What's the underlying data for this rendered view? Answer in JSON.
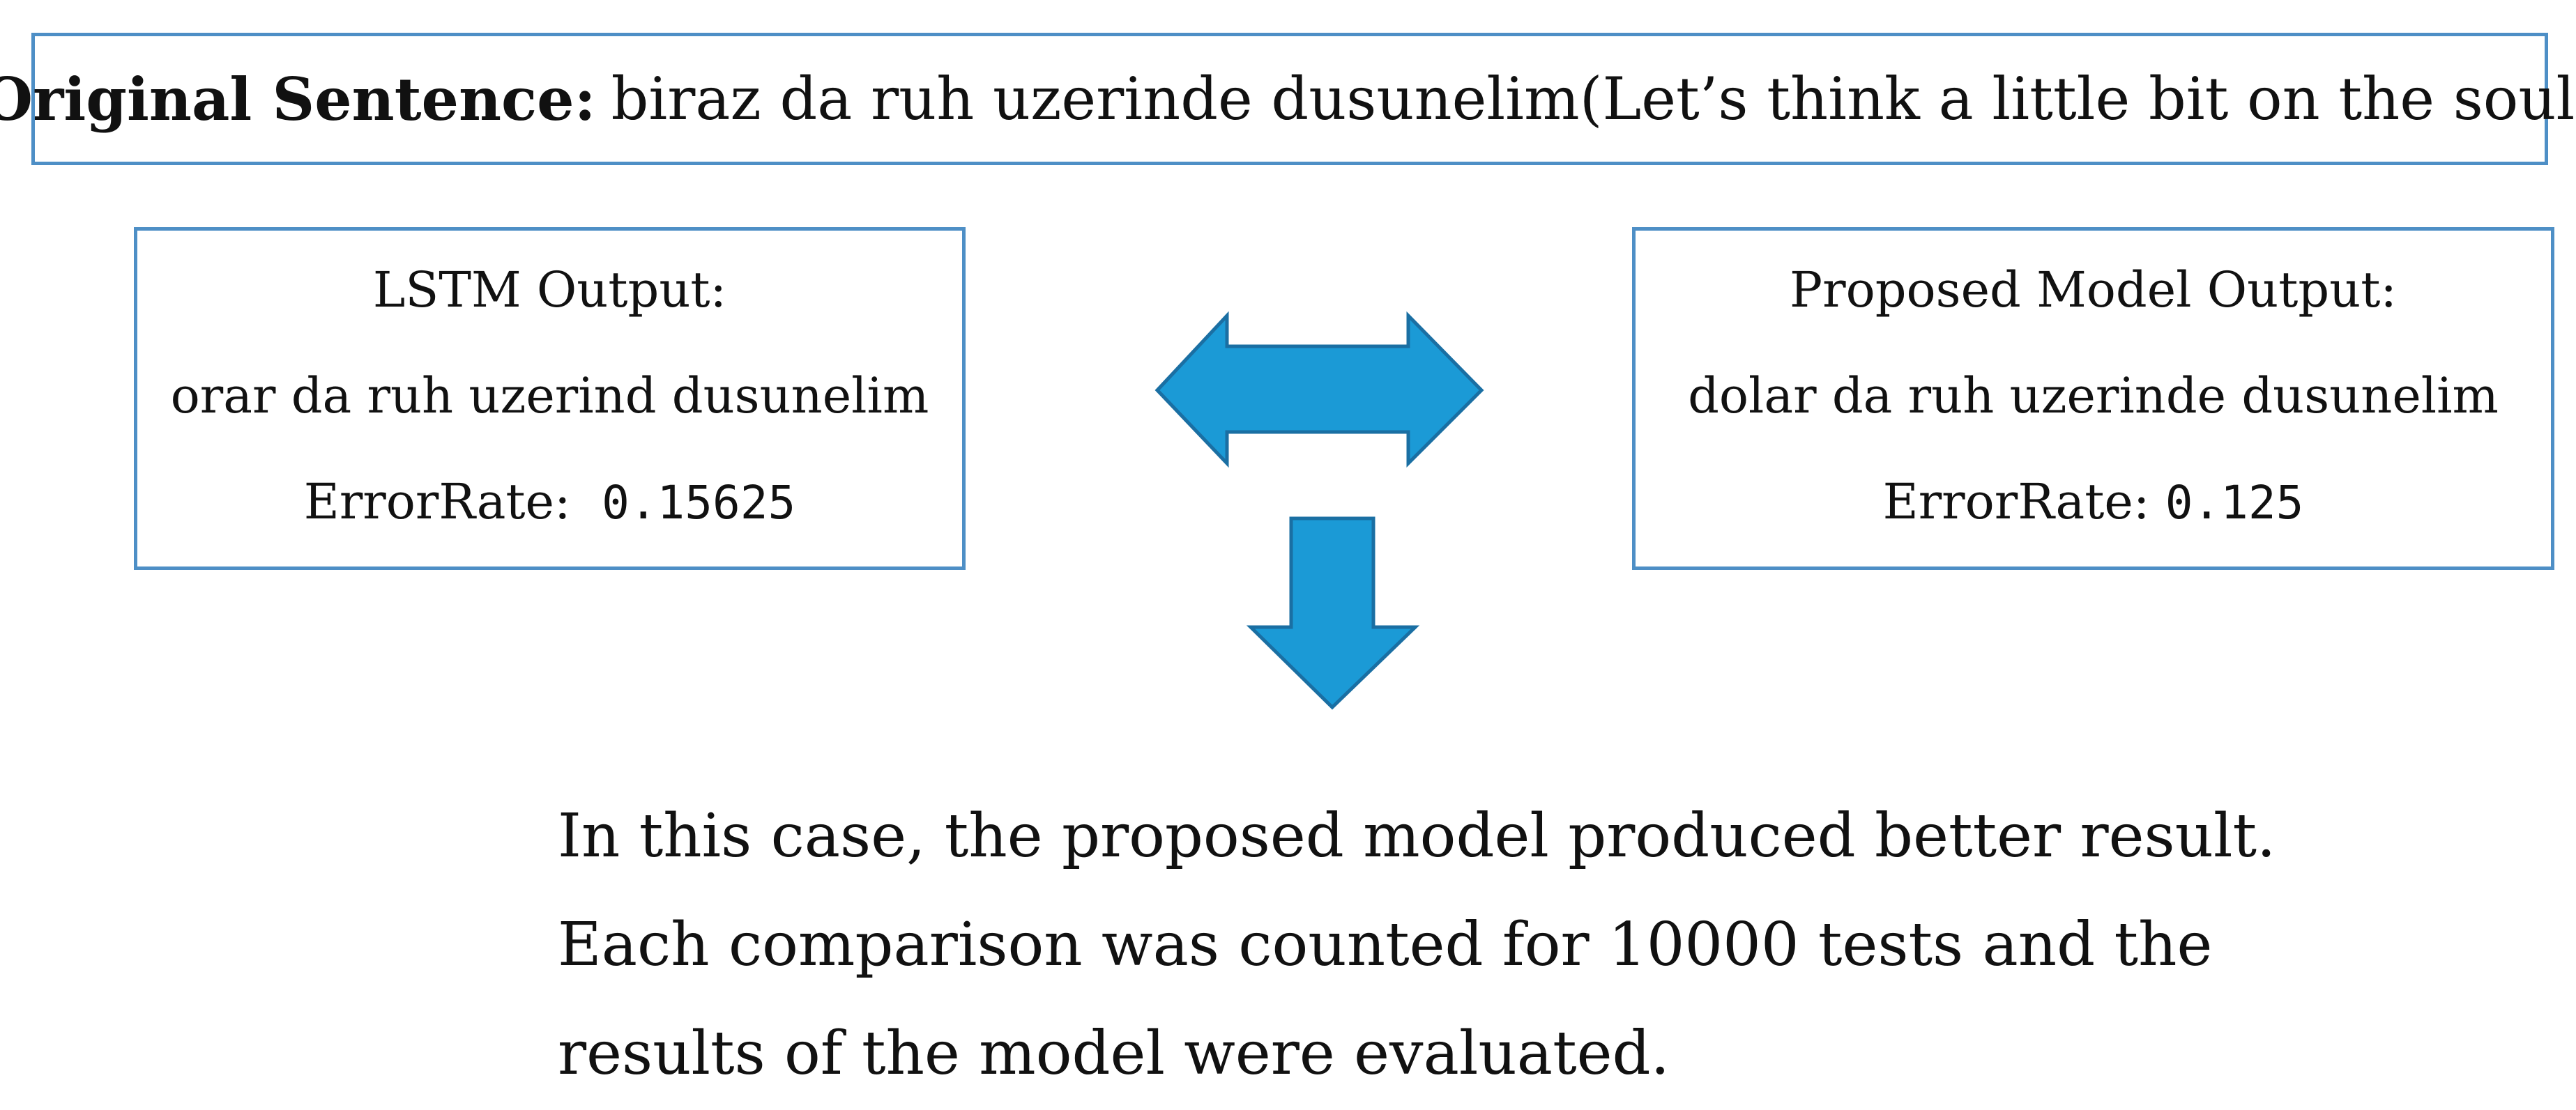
{
  "original": {
    "label": "Original Sentence:",
    "text": "biraz da ruh uzerinde dusunelim(Let’s think a little bit on the soul)"
  },
  "lstm": {
    "title": "LSTM Output:",
    "output": "orar da ruh uzerind dusunelim",
    "error_label": "ErrorRate:",
    "error_value": "0.15625"
  },
  "proposed": {
    "title": "Proposed Model Output:",
    "output": "dolar da ruh uzerinde dusunelim",
    "error_label": "ErrorRate:",
    "error_value": "0.125"
  },
  "summary": {
    "line1": "In this case, the proposed model produced better result.",
    "line2": "Each comparison was counted for 10000 tests and the",
    "line3": "results of the model were evaluated."
  },
  "colors": {
    "box_border": "#4e8fc6",
    "arrow_fill": "#1b9ad6",
    "arrow_stroke": "#1a6fa3"
  },
  "icons": {
    "compare_arrow": "double-headed-arrow-icon",
    "result_arrow": "down-arrow-icon"
  }
}
